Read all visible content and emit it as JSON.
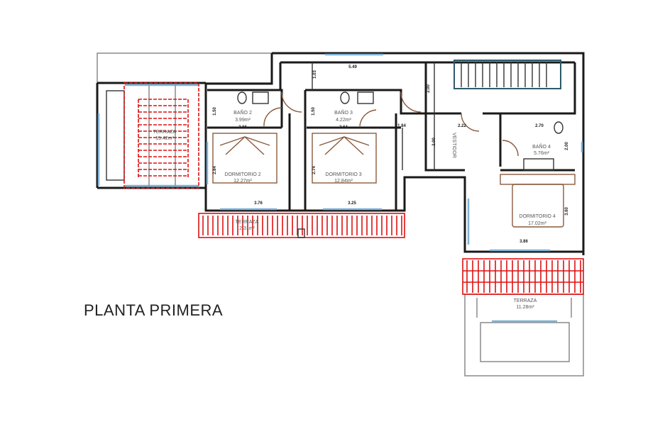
{
  "title": "PLANTA PRIMERA",
  "rooms": {
    "terraza_left": {
      "name": "TERRAZA",
      "area": "15.42m²"
    },
    "bano2": {
      "name": "BAÑO 2",
      "area": "3.99m²"
    },
    "bano3": {
      "name": "BAÑO 3",
      "area": "4.22m²"
    },
    "bano4": {
      "name": "BAÑO 4",
      "area": "5.76m²"
    },
    "dormitorio2": {
      "name": "DORMITORIO 2",
      "area": "12.27m²"
    },
    "dormitorio3": {
      "name": "DORMITORIO 3",
      "area": "12.84m²"
    },
    "dormitorio4": {
      "name": "DORMITORIO 4",
      "area": "17.02m²"
    },
    "vestidor": {
      "name": "VESTIDOR"
    },
    "terraza_mid": {
      "name": "TERRAZA",
      "area": "2.31m²"
    },
    "terraza_right": {
      "name": "TERRAZA",
      "area": "11.28m²"
    }
  },
  "dimensions": {
    "d549": "5.49",
    "d103": "1.03",
    "d200a": "2.00",
    "d150a": "1.50",
    "d266": "2.66",
    "d150b": "1.50",
    "d264": "2.64",
    "d184": "1.84",
    "d222": "2.22",
    "d270": "2.70",
    "d200b": "2.00",
    "d200c": "2.00",
    "d284": "2.84",
    "d274": "2.74",
    "d376": "3.76",
    "d325": "3.25",
    "d360": "3.60",
    "d386": "3.86"
  },
  "colors": {
    "walls": "#1a1a1a",
    "terrace_hatch": "#dd1111",
    "furniture": "#8a5a3c",
    "glazing": "#7fb3d9"
  }
}
